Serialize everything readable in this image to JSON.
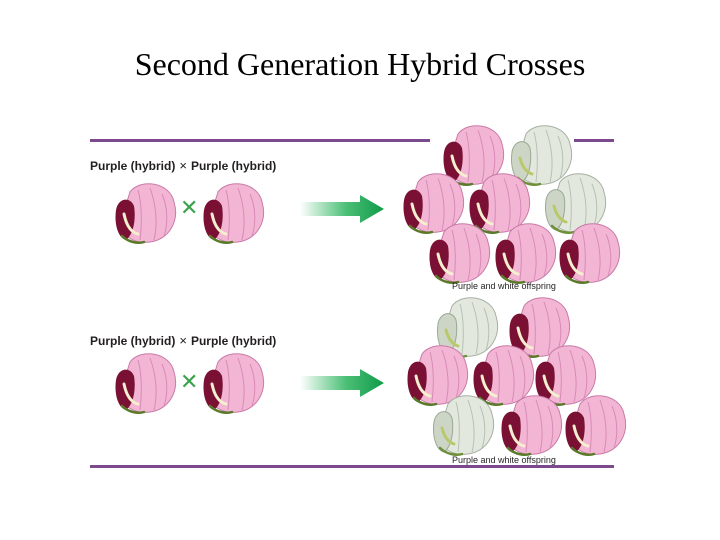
{
  "title": "Second Generation Hybrid Crosses",
  "colors": {
    "rule": "#7b4a8c",
    "arrow": "#0f9a48",
    "cross_mark": "#3aa24a",
    "purple_petal": "#f0b3d2",
    "white_petal": "#dfe5dc"
  },
  "panels": [
    {
      "parent_left": "Purple (hybrid)",
      "cross_symbol": "×",
      "parent_right": "Purple (hybrid)",
      "offspring_caption": "Purple and white offspring",
      "offspring": [
        "purple",
        "white",
        "purple",
        "purple",
        "white",
        "purple",
        "purple",
        "purple"
      ]
    },
    {
      "parent_left": "Purple (hybrid)",
      "cross_symbol": "×",
      "parent_right": "Purple (hybrid)",
      "offspring_caption": "Purple and white offspring",
      "offspring": [
        "white",
        "purple",
        "purple",
        "purple",
        "purple",
        "white",
        "purple",
        "purple"
      ]
    }
  ]
}
